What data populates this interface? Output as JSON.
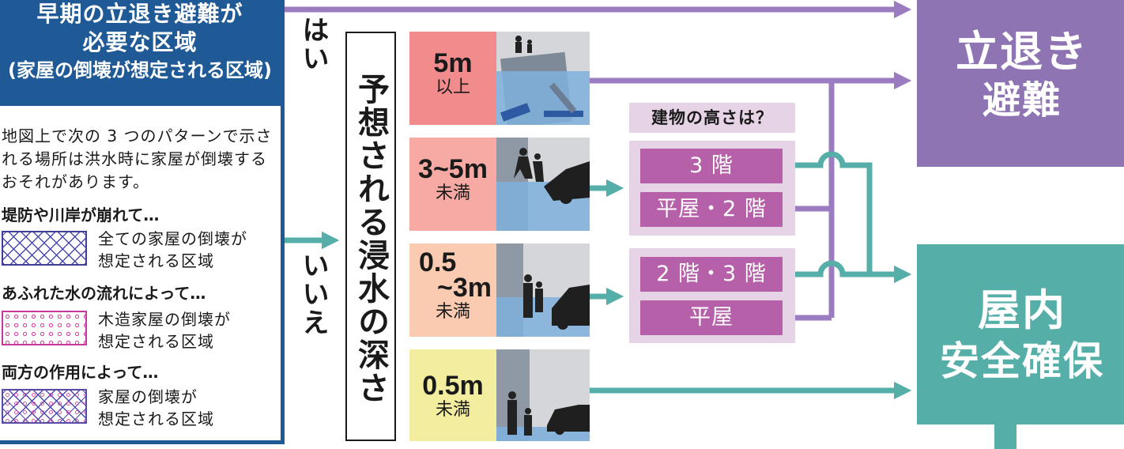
{
  "zone": {
    "title_line1": "早期の立退き避難が",
    "title_line2": "必要な区域",
    "subtitle": "(家屋の倒壊が想定される区域)",
    "intro": "地図上で次の 3 つのパターンで示される場所は洪水時に家屋が倒壊するおそれがあります。",
    "categories": [
      {
        "heading": "堤防や川岸が崩れて…",
        "desc_line1": "全ての家屋の倒壊が",
        "desc_line2": "想定される区域",
        "pattern": "crosshatch"
      },
      {
        "heading": "あふれた水の流れによって…",
        "desc_line1": "木造家屋の倒壊が",
        "desc_line2": "想定される区域",
        "pattern": "dots"
      },
      {
        "heading": "両方の作用によって…",
        "desc_line1": "家屋の倒壊が",
        "desc_line2": "想定される区域",
        "pattern": "crosshatch-dots"
      }
    ]
  },
  "answers": {
    "yes": "はい",
    "no": "いいえ"
  },
  "depth_label": "予想される浸水の深さ",
  "depths": [
    {
      "big": "5m",
      "small": "以上",
      "color": "#f28c8c"
    },
    {
      "big": "3~5m",
      "small": "未満",
      "color": "#f6aaa3"
    },
    {
      "big": "0.5",
      "big2": "~3m",
      "small": "未満",
      "color": "#fbcbb1"
    },
    {
      "big": "0.5m",
      "small": "未満",
      "color": "#f3ee9f"
    }
  ],
  "building_question": "建物の高さは？",
  "heights": {
    "group1": [
      "3 階",
      "平屋・2 階"
    ],
    "group2": [
      "2 階・3 階",
      "平屋"
    ]
  },
  "results": {
    "evacuate": {
      "line1": "立退き",
      "line2": "避難",
      "color": "#8f74b4"
    },
    "shelter": {
      "line1": "屋内",
      "line2": "安全確保",
      "color": "#55afa8"
    }
  },
  "colors": {
    "navy": "#1f5a96",
    "purple_line": "#9b7cc0",
    "teal_line": "#55afa8",
    "pink_btn": "#b560a8"
  }
}
